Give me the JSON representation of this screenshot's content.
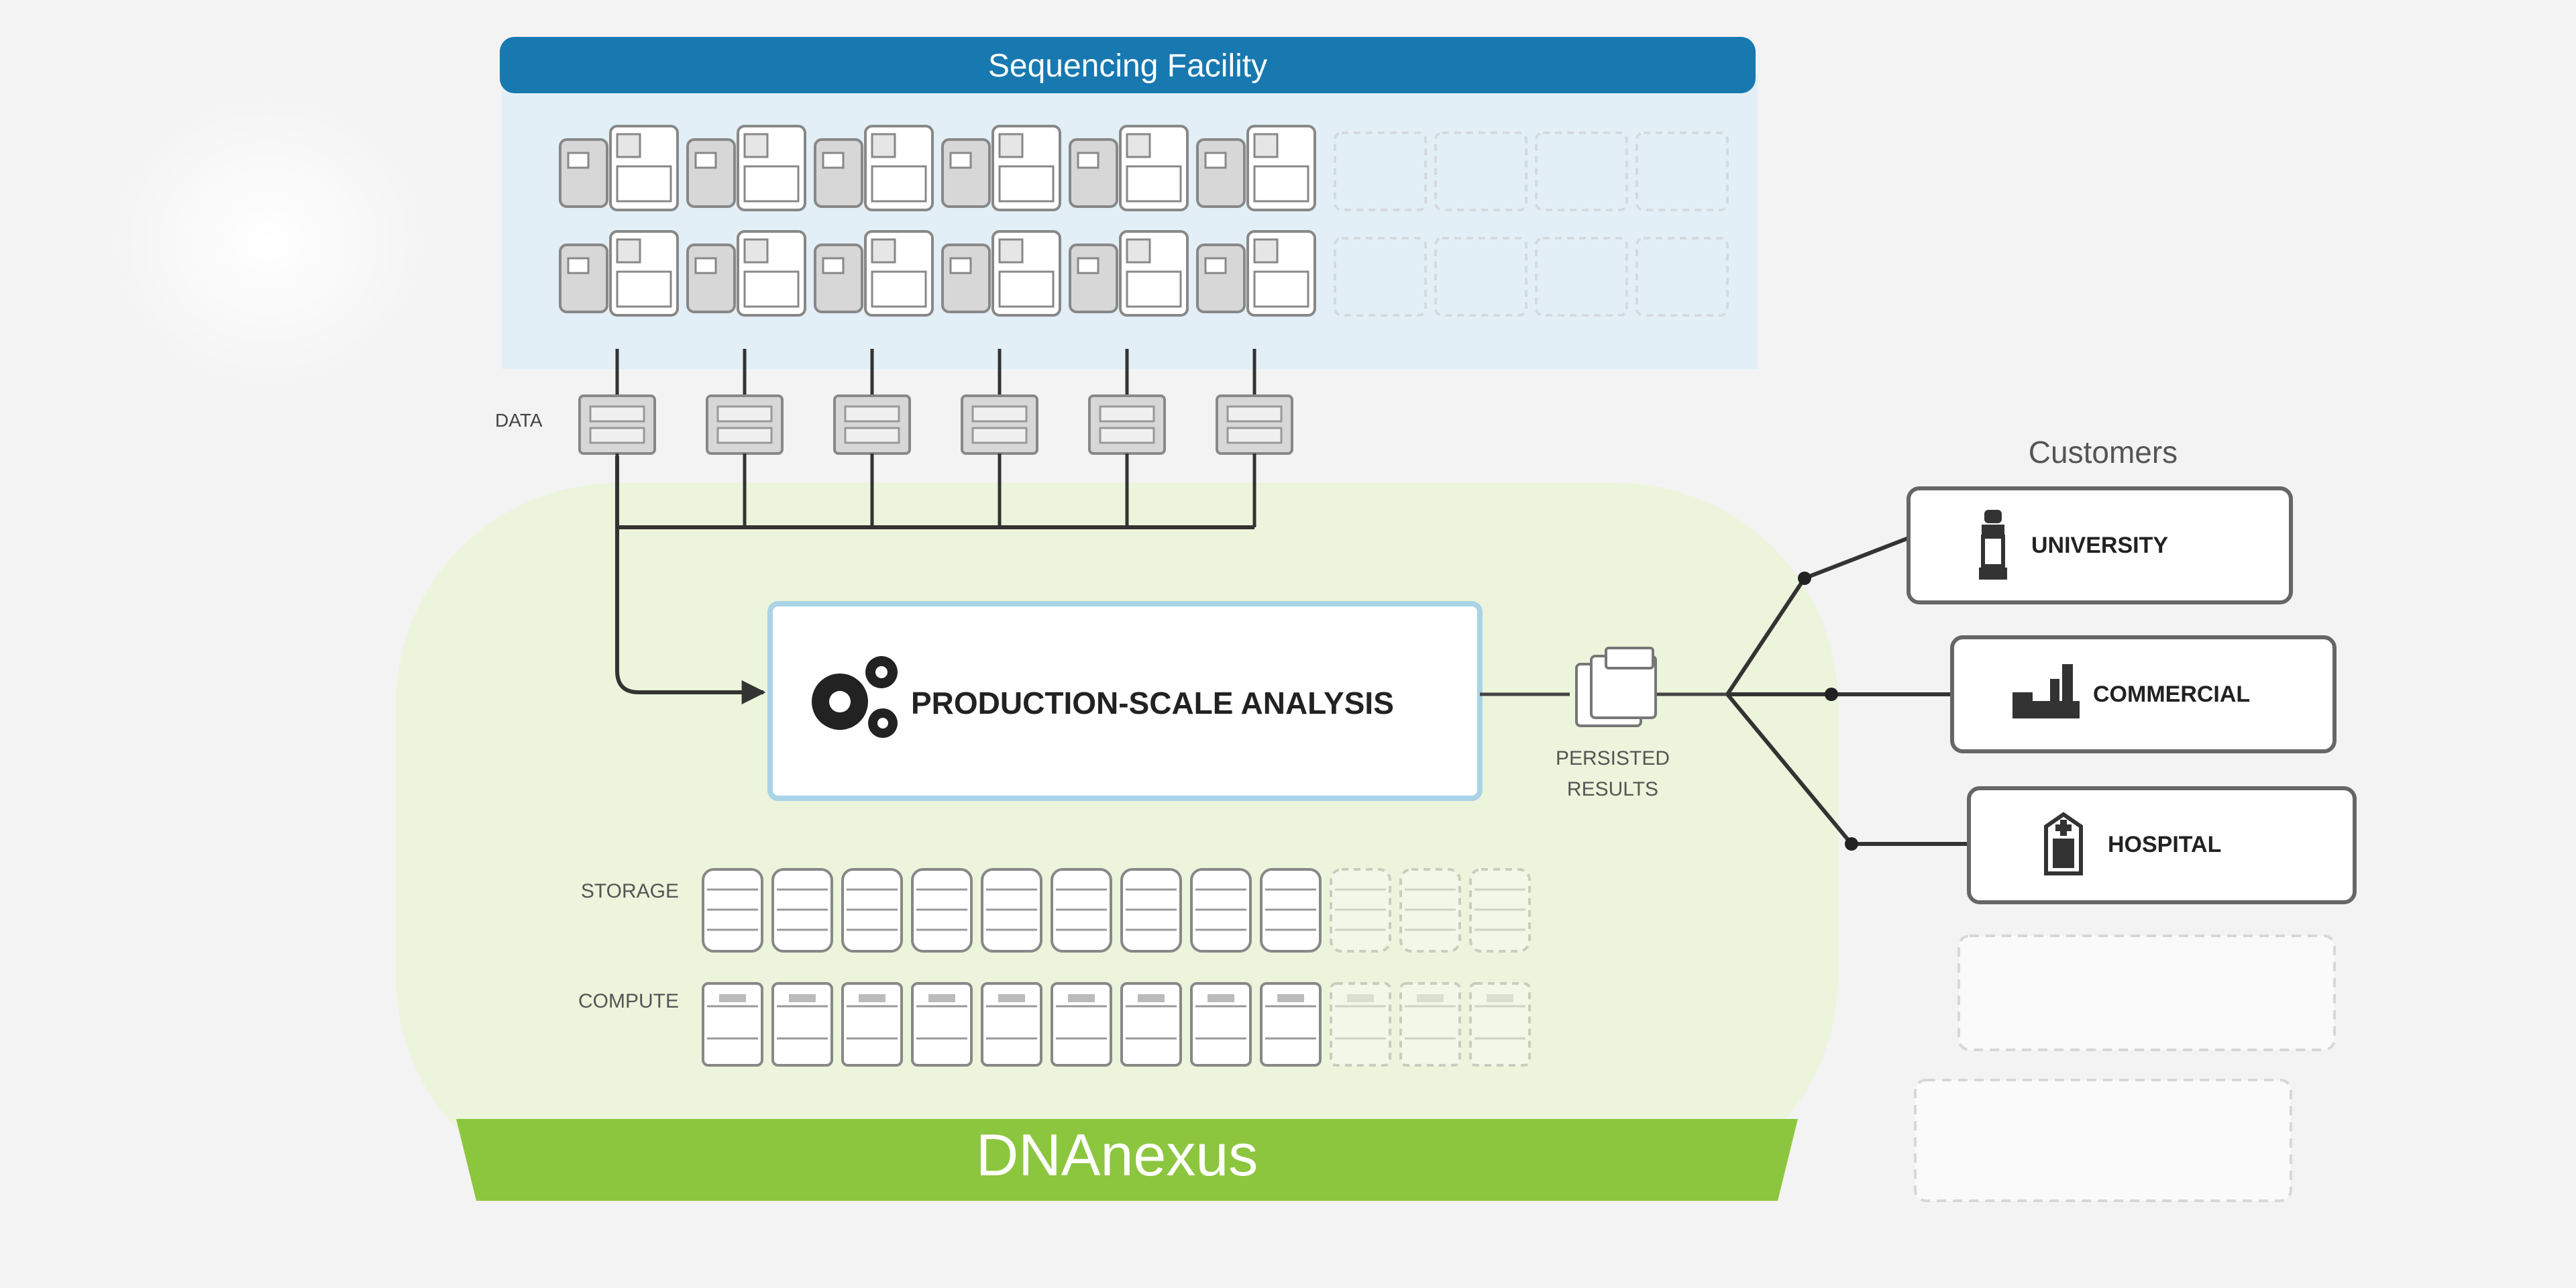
{
  "facility": {
    "title": "Sequencing Facility"
  },
  "data_label": "DATA",
  "analysis": {
    "label": "PRODUCTION-SCALE ANALYSIS"
  },
  "results": {
    "label_line1": "PERSISTED",
    "label_line2": "RESULTS"
  },
  "storage_label": "STORAGE",
  "compute_label": "COMPUTE",
  "platform": {
    "name": "DNAnexus"
  },
  "customers": {
    "title": "Customers",
    "items": [
      {
        "label": "UNIVERSITY",
        "icon": "university-icon"
      },
      {
        "label": "COMMERCIAL",
        "icon": "factory-icon"
      },
      {
        "label": "HOSPITAL",
        "icon": "hospital-icon"
      }
    ]
  },
  "colors": {
    "facility_blue": "#1878b0",
    "facility_bg": "#e3eff6",
    "platform_green": "#8cc63f",
    "platform_bg": "#ecf4db",
    "line": "#4d4d4d",
    "box_stroke": "#888888"
  }
}
